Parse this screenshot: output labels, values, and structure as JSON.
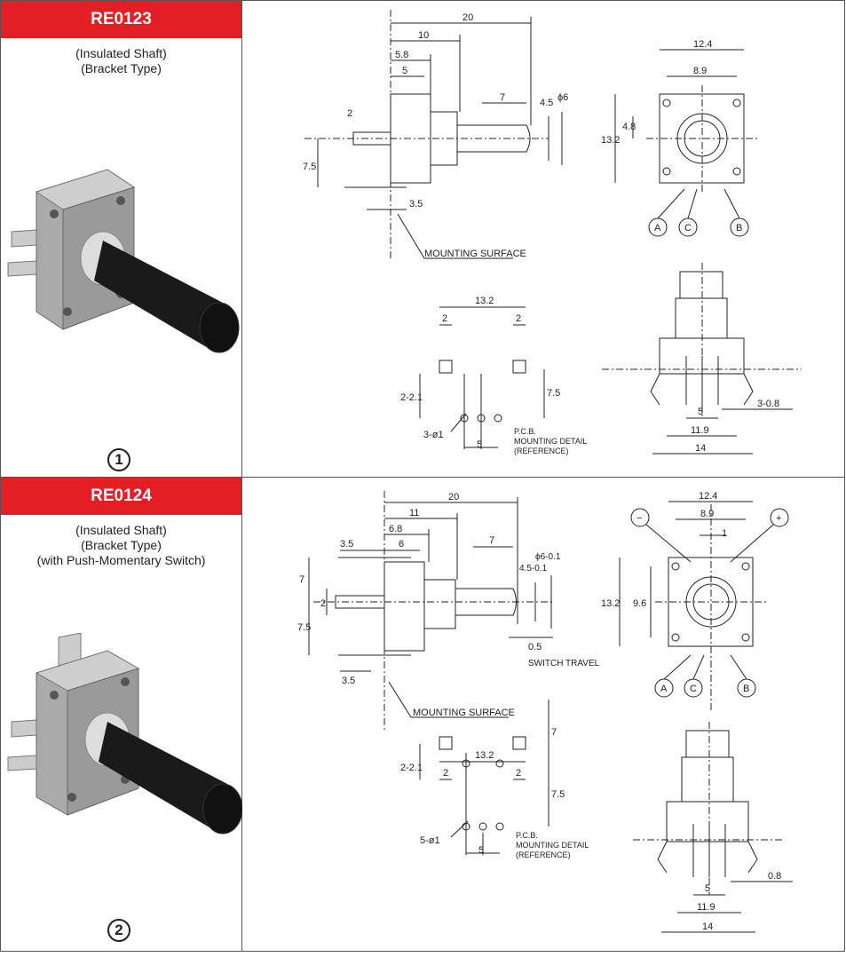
{
  "part1": {
    "model": "RE0123",
    "description": [
      "(Insulated Shaft)",
      "(Bracket Type)"
    ],
    "index": "1",
    "dims_side": {
      "d20": "20",
      "d10": "10",
      "d58": "5.8",
      "d5": "5",
      "d7": "7",
      "d45": "4.5",
      "d6": "ϕ6",
      "d2": "2",
      "d75": "7.5",
      "d35": "3.5",
      "mount": "MOUNTING SURFACE"
    },
    "dims_front": {
      "d124": "12.4",
      "d89": "8.9",
      "d48": "4.8",
      "d132": "13.2",
      "pinA": "A",
      "pinC": "C",
      "pinB": "B"
    },
    "dims_pcb": {
      "d132": "13.2",
      "d2a": "2",
      "d2b": "2",
      "d221": "2-2.1",
      "d75": "7.5",
      "d3": "3-ø1",
      "d5": "5",
      "pcb": "P.C.B.",
      "md": "MOUNTING DETAIL",
      "ref": "(REFERENCE)"
    },
    "dims_bottom": {
      "d308": "3-0.8",
      "d5": "5",
      "d119": "11.9",
      "d14": "14"
    }
  },
  "part2": {
    "model": "RE0124",
    "description": [
      "(Insulated Shaft)",
      "(Bracket Type)",
      "(with Push-Momentary Switch)"
    ],
    "index": "2",
    "dims_side": {
      "d20": "20",
      "d11": "11",
      "d68": "6.8",
      "d35": "3.5",
      "d6": "6",
      "d7": "7",
      "d45": "4.5-0.1",
      "d6b": "ϕ6-0.1",
      "d7v": "7",
      "d2": "2",
      "d75": "7.5",
      "d05": "0.5",
      "travel": "SWITCH TRAVEL",
      "d35b": "3.5",
      "mount": "MOUNTING SURFACE"
    },
    "dims_front": {
      "minus": "−",
      "plus": "+",
      "d124": "12.4",
      "d89": "8.9",
      "d1": "1",
      "d132": "13.2",
      "d96": "9.6",
      "pinA": "A",
      "pinC": "C",
      "pinB": "B"
    },
    "dims_pcb": {
      "d132": "13.2",
      "d2a": "2",
      "d2b": "2",
      "d7": "7",
      "d221": "2-2.1",
      "d75": "7.5",
      "d5": "5-ø1",
      "d5b": "5",
      "pcb": "P.C.B.",
      "md": "MOUNTING DETAIL",
      "ref": "(REFERENCE)"
    },
    "dims_bottom": {
      "d08": "0.8",
      "d5": "5",
      "d119": "11.9",
      "d14": "14"
    }
  },
  "colors": {
    "accent": "#e31e24",
    "line": "#222222",
    "metal": "#b8b8b8",
    "shaft": "#1a1a1a"
  }
}
